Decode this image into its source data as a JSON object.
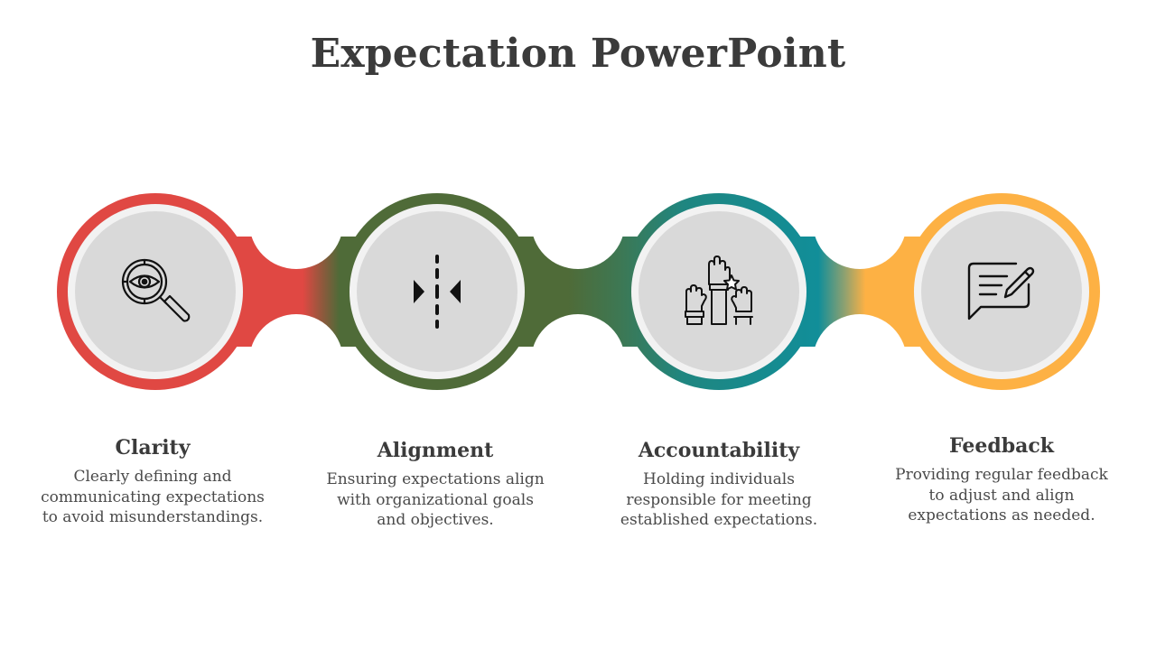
{
  "title": "Expectation PowerPoint",
  "colors": {
    "red": "#e04843",
    "green": "#4f6b38",
    "teal": "#118e99",
    "orange": "#fdb144",
    "inner_fill": "#d9d9d9",
    "inner_ring": "#f2f2f2"
  },
  "steps": [
    {
      "heading": "Clarity",
      "description_lines": [
        "Clearly defining and",
        "communicating expectations",
        "to avoid misunderstandings."
      ],
      "icon": "eye-magnifier-icon"
    },
    {
      "heading": "Alignment",
      "description_lines": [
        "Ensuring expectations align",
        "with organizational goals",
        "and objectives."
      ],
      "icon": "align-center-icon"
    },
    {
      "heading": "Accountability",
      "description_lines": [
        "Holding individuals",
        "responsible for meeting",
        "established expectations."
      ],
      "icon": "raised-hands-icon"
    },
    {
      "heading": "Feedback",
      "description_lines": [
        "Providing regular feedback",
        "to adjust and align",
        "expectations as needed."
      ],
      "icon": "feedback-message-icon"
    }
  ]
}
